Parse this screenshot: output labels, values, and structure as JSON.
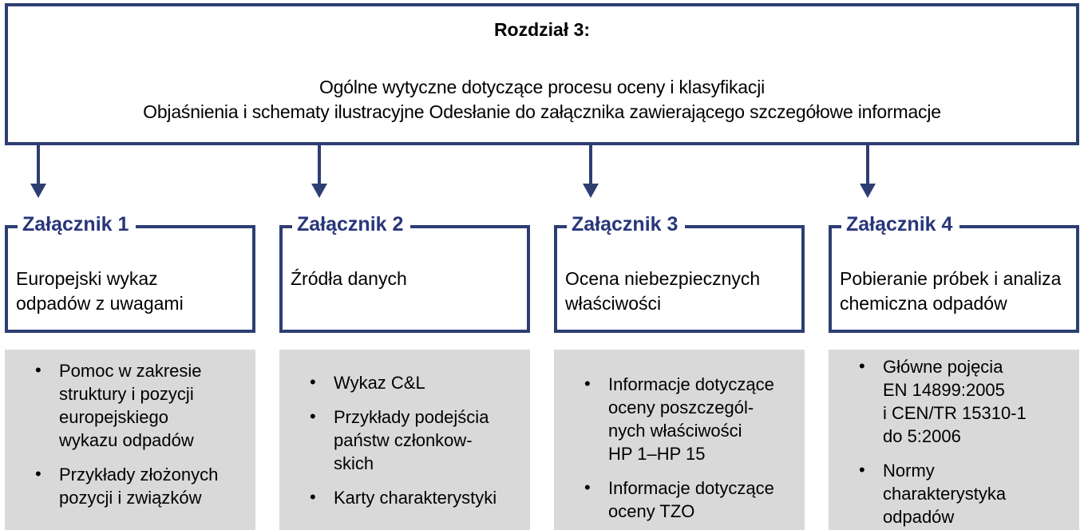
{
  "colors": {
    "navy": "#2d3e73",
    "label_blue": "#28367a",
    "gray_fill": "#d9d9d9",
    "text_black": "#000000",
    "background": "#ffffff"
  },
  "icons": {
    "arrow_down": "▼",
    "bullet": "•"
  },
  "header": {
    "title": "Rozdział 3:",
    "line1": "Ogólne wytyczne dotyczące procesu oceny i klasyfikacji",
    "line2": "Objaśnienia i schematy ilustracyjne Odesłanie do załącznika zawierającego szczegółowe informacje"
  },
  "columns": [
    {
      "label": "Załącznik 1",
      "box_text": "Europejski wykaz\nodpadów z uwagami",
      "bullets": [
        "Pomoc w zakresie\nstruktury i pozycji\neuropejskiego\nwykazu odpadów",
        "Przykłady złożonych\npozycji i związków"
      ]
    },
    {
      "label": "Załącznik 2",
      "box_text": "Źródła danych",
      "bullets": [
        "Wykaz C&L",
        "Przykłady podejścia\npaństw członkow-\nskich",
        "Karty charakterystyki"
      ]
    },
    {
      "label": "Załącznik 3",
      "box_text": "Ocena niebezpiecznych\nwłaściwości",
      "bullets": [
        "Informacje dotyczące\noceny poszczegól-\nnych właściwości\nHP 1–HP 15",
        "Informacje dotyczące\noceny TZO"
      ]
    },
    {
      "label": "Załącznik 4",
      "box_text": "Pobieranie próbek i analiza\nchemiczna odpadów",
      "bullets": [
        "Główne pojęcia\nEN 14899:2005\ni CEN/TR 15310-1\ndo 5:2006",
        "Normy\ncharakterystyka\nodpadów"
      ]
    }
  ]
}
